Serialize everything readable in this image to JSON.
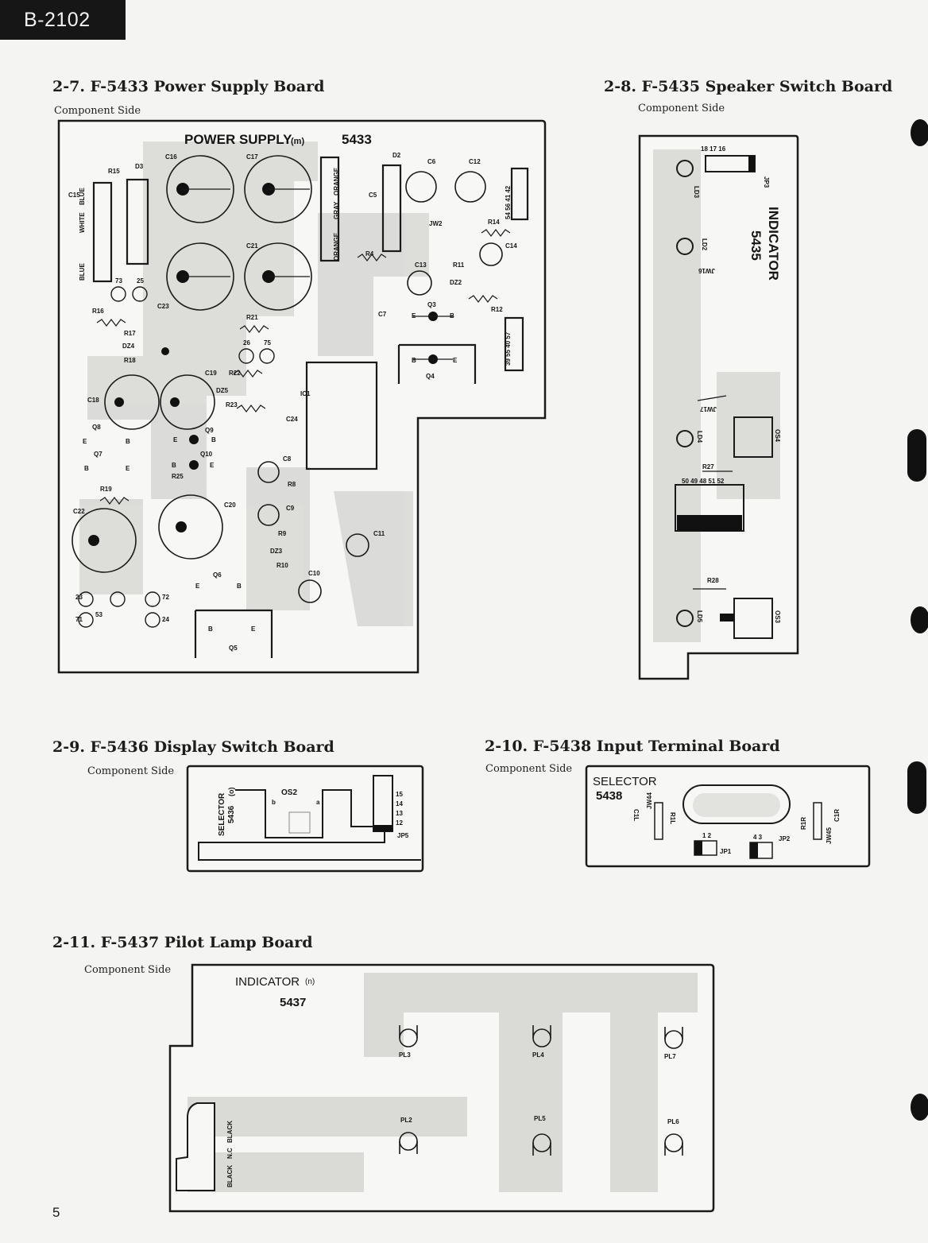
{
  "page_tag": "B-2102",
  "page_number": "5",
  "sections": {
    "power": {
      "title": "2-7. F-5433 Power Supply Board",
      "subtitle": "Component Side",
      "board_label": "POWER SUPPLY",
      "board_label_sub": "(m)",
      "board_number": "5433",
      "components": [
        "C16",
        "C17",
        "C15",
        "R15",
        "D3",
        "D2",
        "C6",
        "C12",
        "C5",
        "JW2",
        "R14",
        "C14",
        "C21",
        "R4",
        "C13",
        "R11",
        "DZ2",
        "R12",
        "Q3",
        "C7",
        "C23",
        "R16",
        "R17",
        "DZ4",
        "R18",
        "R21",
        "IC1",
        "Q4",
        "C19",
        "R22",
        "DZ5",
        "R23",
        "C18",
        "Q8",
        "Q9",
        "Q7",
        "Q10",
        "R25",
        "C24",
        "C8",
        "R8",
        "R19",
        "C22",
        "C20",
        "C9",
        "R9",
        "DZ3",
        "R10",
        "C11",
        "Q6",
        "C10",
        "Q5"
      ],
      "wires": [
        "BLUE",
        "WHITE",
        "BLUE",
        "ORANGE",
        "GRAY",
        "ORANGE"
      ],
      "pads": [
        "73",
        "25",
        "26",
        "75",
        "23",
        "71",
        "53",
        "72",
        "24"
      ],
      "connector_pins_top": "54 56 41 42",
      "connector_pins_mid": "39 55 40 57",
      "pin_letters": [
        "E",
        "B"
      ]
    },
    "speaker": {
      "title": "2-8. F-5435 Speaker Switch Board",
      "subtitle": "Component Side",
      "board_label": "INDICATOR",
      "board_number": "5435",
      "components": [
        "JP3",
        "LD3",
        "LD2",
        "JW16",
        "JW17",
        "LD4",
        "OS4",
        "R27",
        "R28",
        "LD5",
        "OS3"
      ],
      "pins_top": "18 17 16",
      "pins_mid": "50 49 48 51 52"
    },
    "display": {
      "title": "2-9. F-5436 Display Switch Board",
      "subtitle": "Component Side",
      "board_label": "SELECTOR",
      "board_number": "5436",
      "board_sub": "(o)",
      "components": [
        "OS2",
        "b",
        "a",
        "JP5"
      ],
      "pins": [
        "15",
        "14",
        "13",
        "12"
      ]
    },
    "input": {
      "title": "2-10. F-5438 Input Terminal Board",
      "subtitle": "Component Side",
      "board_label": "SELECTOR",
      "board_number": "5438",
      "components": [
        "C1L",
        "JW44",
        "R1L",
        "JP1",
        "JP2",
        "R1R",
        "JW45",
        "C1R"
      ],
      "pins_a": "1 2",
      "pins_b": "4 3"
    },
    "pilot": {
      "title": "2-11. F-5437 Pilot Lamp Board",
      "subtitle": "Component Side",
      "board_label": "INDICATOR",
      "board_label_sub": "(n)",
      "board_number": "5437",
      "lamps": [
        "PL3",
        "PL4",
        "PL7",
        "PL2",
        "PL5",
        "PL6"
      ],
      "wires": [
        "BLACK",
        "N.C",
        "BLACK"
      ]
    }
  }
}
